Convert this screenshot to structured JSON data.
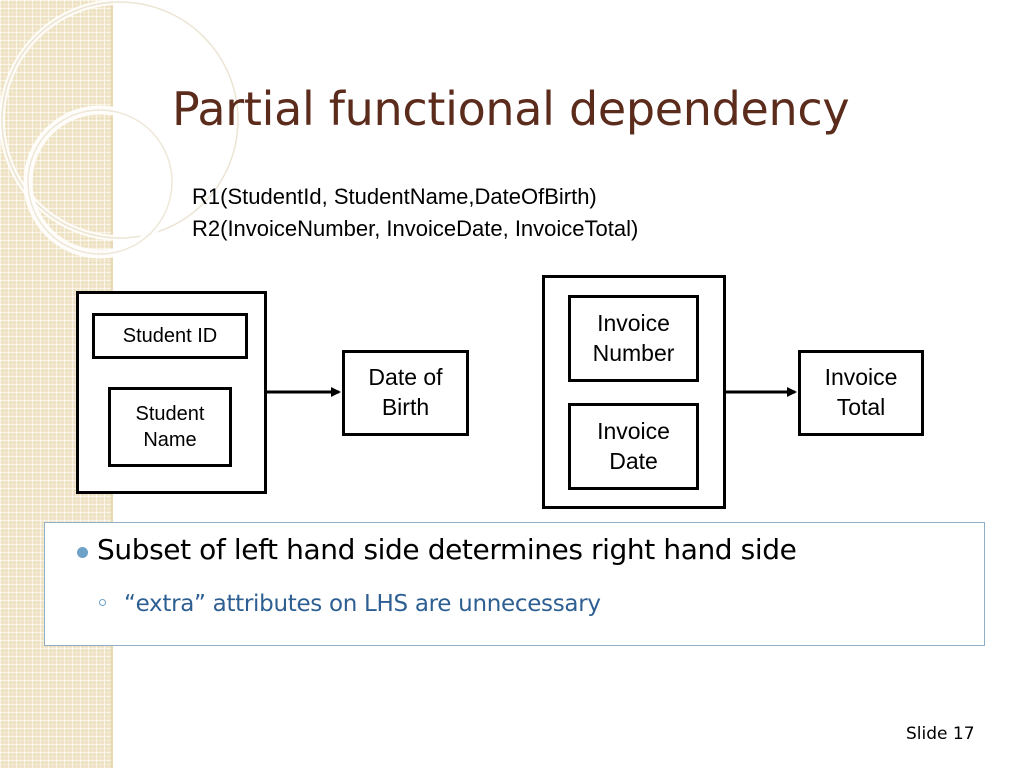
{
  "slide": {
    "title": "Partial functional dependency",
    "relations": [
      "R1(StudentId, StudentName,DateOfBirth)",
      "R2(InvoiceNumber, InvoiceDate, InvoiceTotal)"
    ],
    "slide_number": "Slide 17"
  },
  "diagram": {
    "left": {
      "determinants": [
        "Student ID",
        "Student\nName"
      ],
      "dependent": "Date of\nBirth"
    },
    "right": {
      "determinants": [
        "Invoice\nNumber",
        "Invoice\nDate"
      ],
      "dependent": "Invoice\nTotal"
    }
  },
  "bullets": {
    "main": "Subset of left hand side determines right hand side",
    "sub": "“extra” attributes on LHS are unnecessary"
  },
  "colors": {
    "title": "#5b2b1c",
    "sub_bullet_text": "#2e5f92",
    "bullet_marker": "#6fa2c9",
    "bullet_box_border": "#8fb0c8",
    "side_strip": "#f3e9cf"
  }
}
